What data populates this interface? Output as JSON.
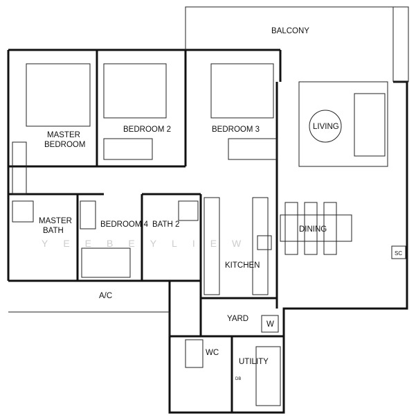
{
  "rooms": {
    "balcony": "BALCONY",
    "master_bedroom_1": "MASTER",
    "master_bedroom_2": "BEDROOM",
    "bedroom2": "BEDROOM 2",
    "bedroom3": "BEDROOM 3",
    "living": "LIVING",
    "master_bath_1": "MASTER",
    "master_bath_2": "BATH",
    "bedroom4": "BEDROOM 4",
    "bath2": "BATH 2",
    "dining": "DINING",
    "kitchen": "KITCHEN",
    "sc": "SC",
    "ac": "A/C",
    "yard": "YARD",
    "w": "W",
    "wc": "WC",
    "utility": "UTILITY",
    "db": "DB"
  },
  "watermark": "YEEBEYLIEW"
}
